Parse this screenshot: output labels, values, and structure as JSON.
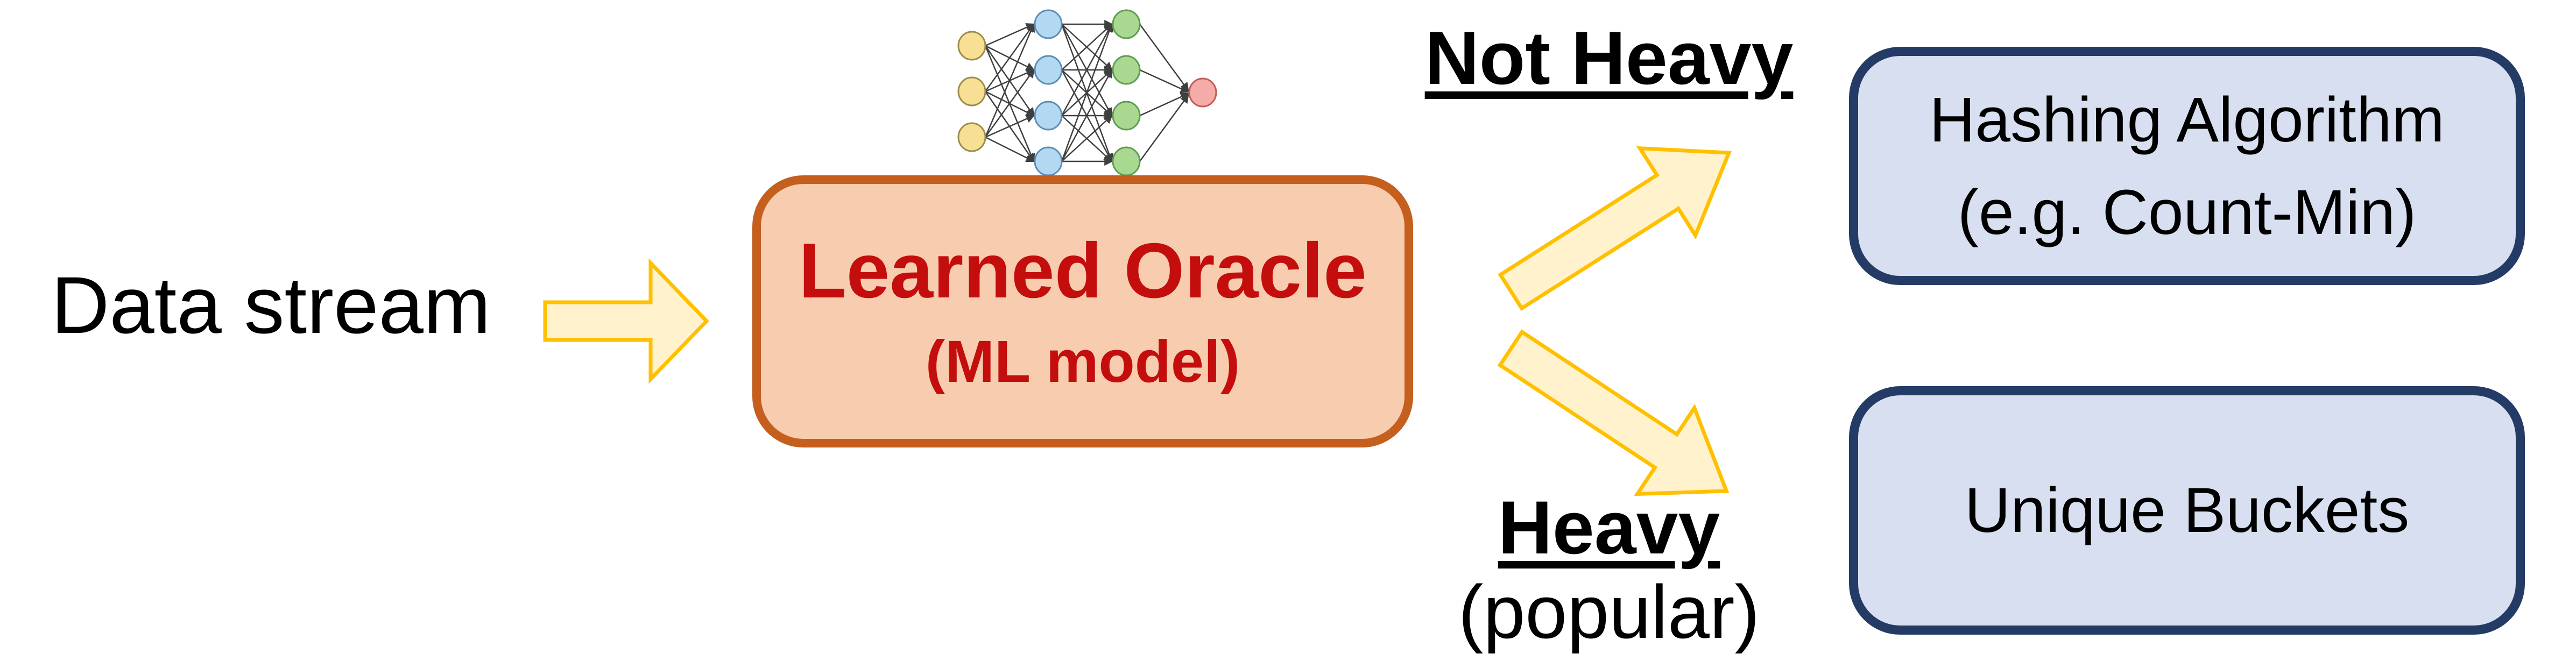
{
  "diagram": {
    "background": "#FFFFFF",
    "input_label": "Data stream",
    "oracle_box": {
      "title": "Learned Oracle",
      "subtitle": "(ML model)",
      "fill": "#F8CCAE",
      "border_color": "#C55F1E",
      "text_color": "#C40E0E"
    },
    "branch_labels": {
      "top": "Not Heavy",
      "bottom": "Heavy",
      "bottom_note": "(popular)"
    },
    "output_boxes": {
      "fill": "#D8DFF0",
      "border_color": "#243B66",
      "text_color": "#000000",
      "hashing": {
        "line1": "Hashing Algorithm",
        "line2": "(e.g. Count-Min)"
      },
      "buckets": {
        "label": "Unique Buckets"
      }
    },
    "arrows": {
      "fill": "#FFF2CC",
      "stroke": "#FFC000"
    },
    "labels_color": "#000000",
    "nn_icon": {
      "name": "neural-network-icon",
      "layers": [
        3,
        4,
        4,
        1
      ],
      "edge_color": "#3F3F3F",
      "node_styles": {
        "input": {
          "fill": "#F7E094",
          "stroke": "#9C8C4A"
        },
        "hidden1": {
          "fill": "#B3D8F2",
          "stroke": "#5B8DB8"
        },
        "hidden2": {
          "fill": "#A9D890",
          "stroke": "#5F9C50"
        },
        "output": {
          "fill": "#F5ACA8",
          "stroke": "#C05B55"
        }
      }
    }
  }
}
